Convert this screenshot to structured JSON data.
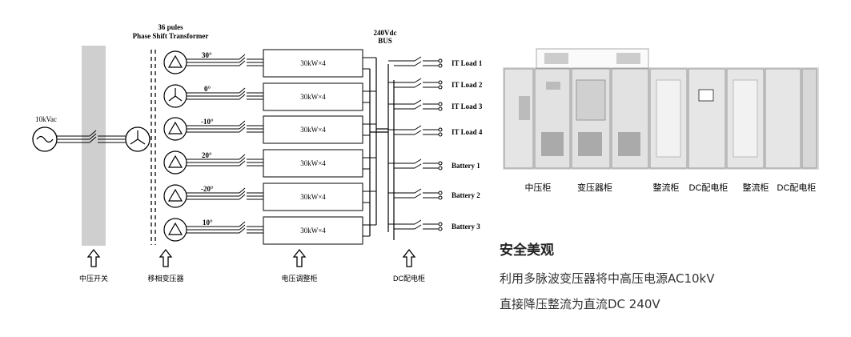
{
  "diagram": {
    "transformer_header": [
      "36 pules",
      "Phase Shift Transformer"
    ],
    "bus_header": [
      "240Vdc",
      "BUS"
    ],
    "input_label": "10kVac",
    "phase_angles": [
      "30°",
      "0°",
      "-10°",
      "20°",
      "-20°",
      "10°"
    ],
    "rectifier_label": "30kW×4",
    "loads": [
      "IT Load 1",
      "IT Load 2",
      "IT Load 3",
      "IT Load 4",
      "Battery 1",
      "Battery 2",
      "Battery 3"
    ],
    "bottom_labels": [
      "中压开关",
      "移相变压器",
      "电压调整柜",
      "DC配电柜"
    ]
  },
  "cabinet_photo": {
    "labels": [
      "中压柜",
      "变压器柜",
      "整流柜",
      "DC配电柜",
      "整流柜",
      "DC配电柜"
    ]
  },
  "side_text": {
    "title": "安全美观",
    "line1": "利用多脉波变压器将中高压电源AC10kV",
    "line2": "直接降压整流为直流DC 240V"
  }
}
